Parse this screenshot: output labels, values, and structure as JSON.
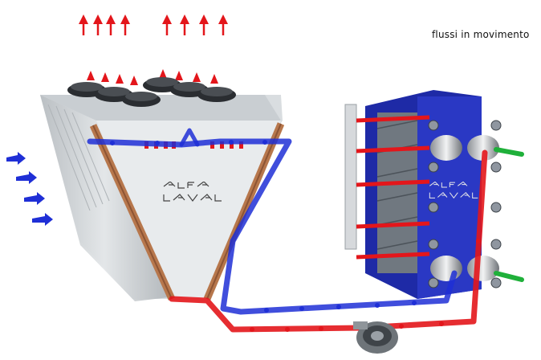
{
  "caption": "flussi in movimento",
  "logos": [
    "ALFA LAVAL",
    "ALFA LAVAL"
  ],
  "colors": {
    "hot": "#e3161b",
    "cold": "#1f2fd6",
    "frame": "#1e2aa6",
    "coil": "#b7774c",
    "cooler_body": "#cfd3d6",
    "green": "#1fb03a"
  },
  "icons": [
    "fan-icon",
    "pump-icon",
    "arrow-up-icon",
    "arrow-right-icon"
  ]
}
